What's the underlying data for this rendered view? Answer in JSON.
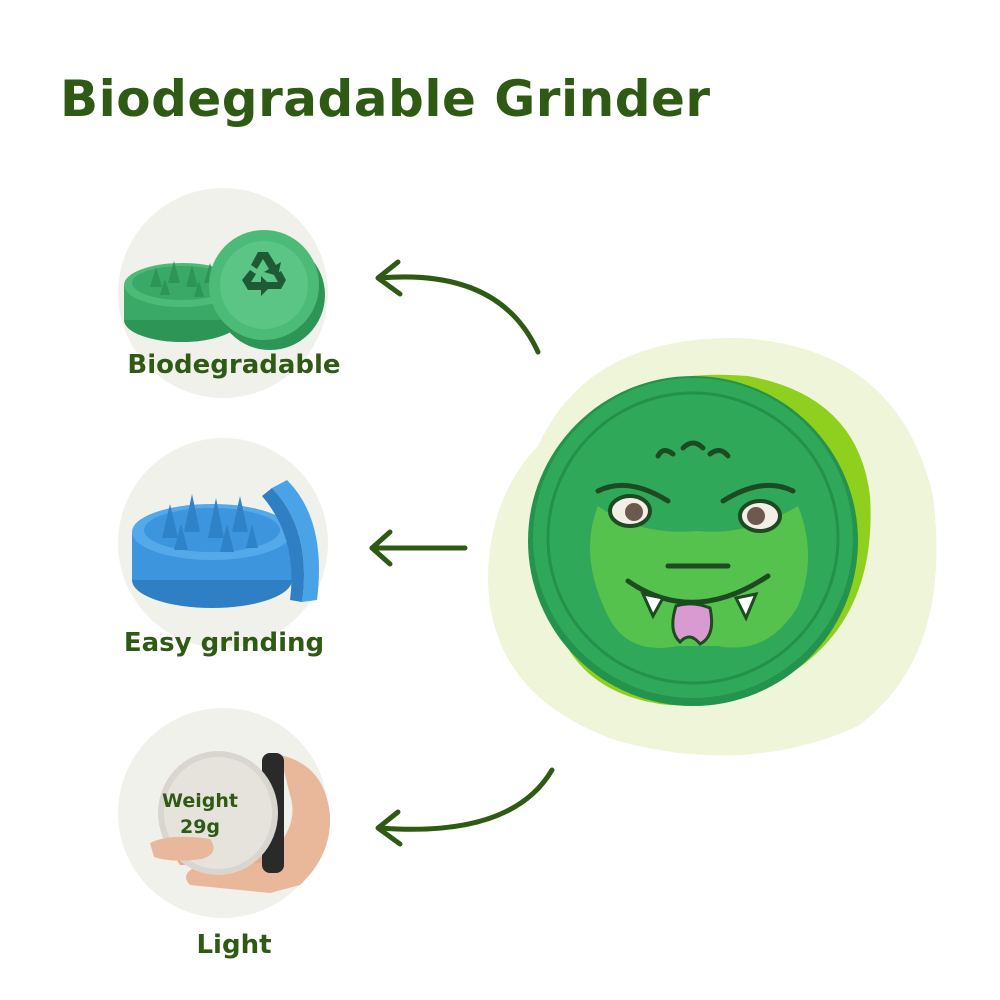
{
  "title": "Biodegradable Grinder",
  "features": [
    {
      "label": "Biodegradable",
      "icon": "recycle-icon"
    },
    {
      "label": "Easy grinding",
      "icon": "grinder-teeth-icon"
    },
    {
      "label": "Light",
      "icon": "hand-icon"
    }
  ],
  "weight": {
    "label": "Weight",
    "value": "29g"
  },
  "colors": {
    "title": "#2f5a14",
    "green_grinder": "#3fae6c",
    "blue_grinder": "#3c95dd",
    "blob_light": "#eef5d8",
    "blob_lime": "#8fd01e",
    "disc": "#2fa85a"
  }
}
